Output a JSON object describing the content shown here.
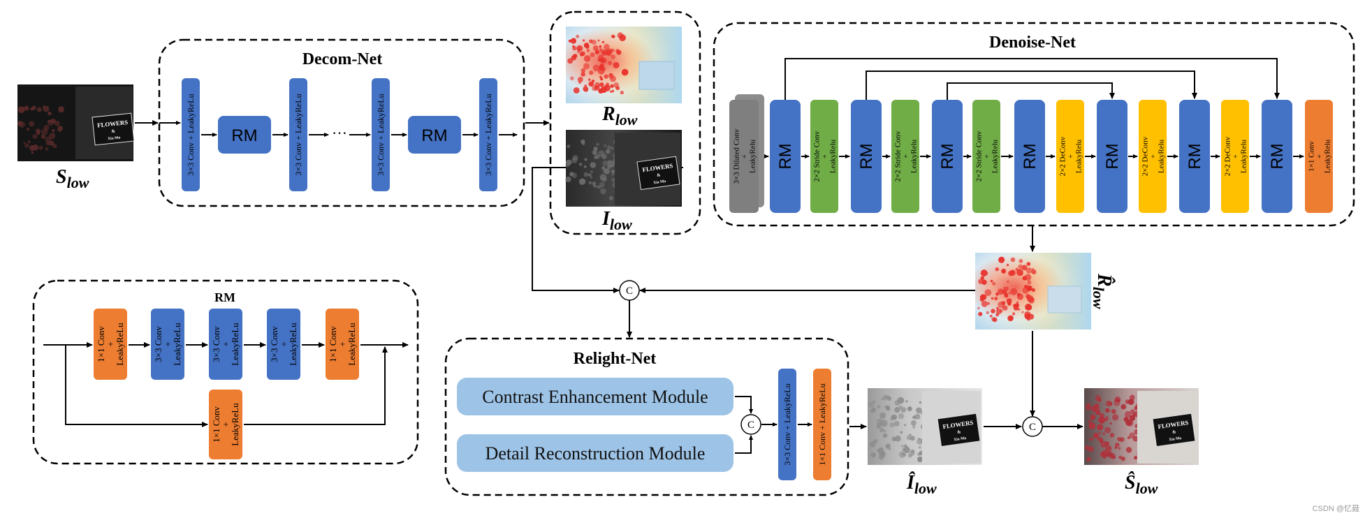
{
  "groups": {
    "decom_net": "Decom-Net",
    "denoise_net": "Denoise-Net",
    "relight_net": "Relight-Net",
    "rm_detail": "RM"
  },
  "labels": {
    "rm": "RM",
    "conv3_leaky_lu": "3×3 Conv + LeakyReLu",
    "dilated_conv": "3×3 Dilated Conv",
    "stride_conv": "2×2 Stride Conv",
    "deconv": "2×2 DeConv",
    "conv1": "1×1 Conv",
    "conv3": "3×3 Conv",
    "leaky_relu": "LeakyRelu",
    "leaky_relu_u": "LeakyReLu",
    "plus": "+",
    "conv1_leaky_lu": "1×1 Conv + LeakyReLu",
    "ellipsis": "···",
    "concat": "C"
  },
  "variables": {
    "s_low": {
      "main": "S",
      "sub": "low"
    },
    "r_low": {
      "main": "R",
      "sub": "low"
    },
    "i_low": {
      "main": "I",
      "sub": "low"
    },
    "r_hat_low": {
      "main": "R̂",
      "sub": "low"
    },
    "i_hat_low": {
      "main": "Î",
      "sub": "low"
    },
    "s_hat_low": {
      "main": "Ŝ",
      "sub": "low"
    }
  },
  "modules": {
    "contrast": "Contrast Enhancement Module",
    "detail": "Detail Reconstruction Module"
  },
  "photo": {
    "sign_title": "FLOWERS",
    "sign_amp": "&",
    "sign_sub": "Xia Mu"
  },
  "watermark": "CSDN @忆聂",
  "colors": {
    "blue": "#4472C4",
    "green": "#70AD47",
    "yellow": "#FFC000",
    "orange": "#ED7D31",
    "gray": "#7F7F7F",
    "light_blue": "#9DC3E6"
  }
}
